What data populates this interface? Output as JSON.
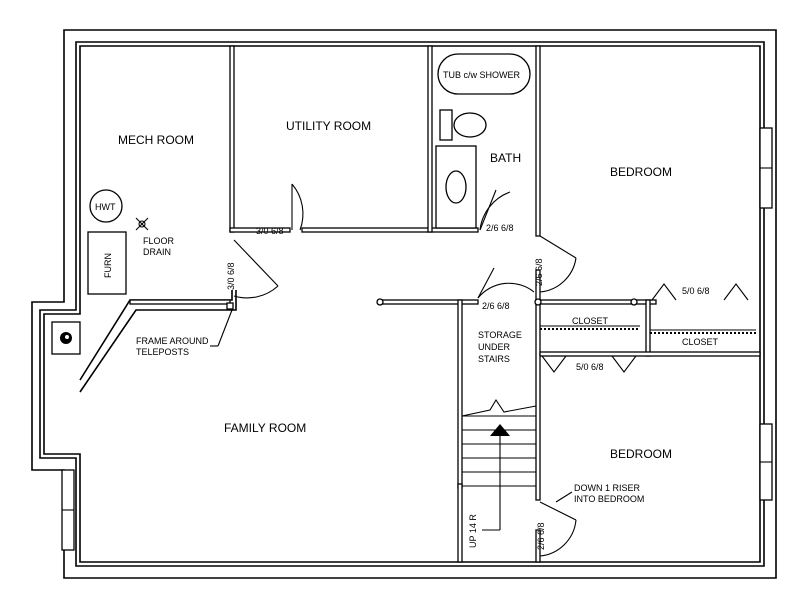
{
  "rooms": {
    "mech": "MECH ROOM",
    "utility": "UTILITY ROOM",
    "bath": "BATH",
    "bedroom_top": "BEDROOM",
    "bedroom_bottom": "BEDROOM",
    "family": "FAMILY ROOM",
    "storage_1": "STORAGE",
    "storage_2": "UNDER",
    "storage_3": "STAIRS",
    "closet_left": "CLOSET",
    "closet_right": "CLOSET"
  },
  "fixtures": {
    "tub": "TUB c/w SHOWER",
    "hwt": "HWT",
    "furn": "FURN"
  },
  "notes": {
    "floor_drain_1": "FLOOR",
    "floor_drain_2": "DRAIN",
    "frame_1": "FRAME AROUND",
    "frame_2": "TELEPOSTS",
    "riser_1": "DOWN 1 RISER",
    "riser_2": "INTO BEDROOM",
    "stairs_up": "UP 14 R"
  },
  "doors": {
    "utility": "3/0 6/8",
    "mech": "3/0 6/8",
    "bath": "2/6 6/8",
    "bedroom_top": "2/6 6/8",
    "storage": "2/6 6/8",
    "bedroom_bottom": "2/6 6/8",
    "closet_top": "5/0 6/8",
    "closet_bottom": "5/0 6/8"
  },
  "colors": {
    "ink": "#000000",
    "paper": "#ffffff"
  }
}
